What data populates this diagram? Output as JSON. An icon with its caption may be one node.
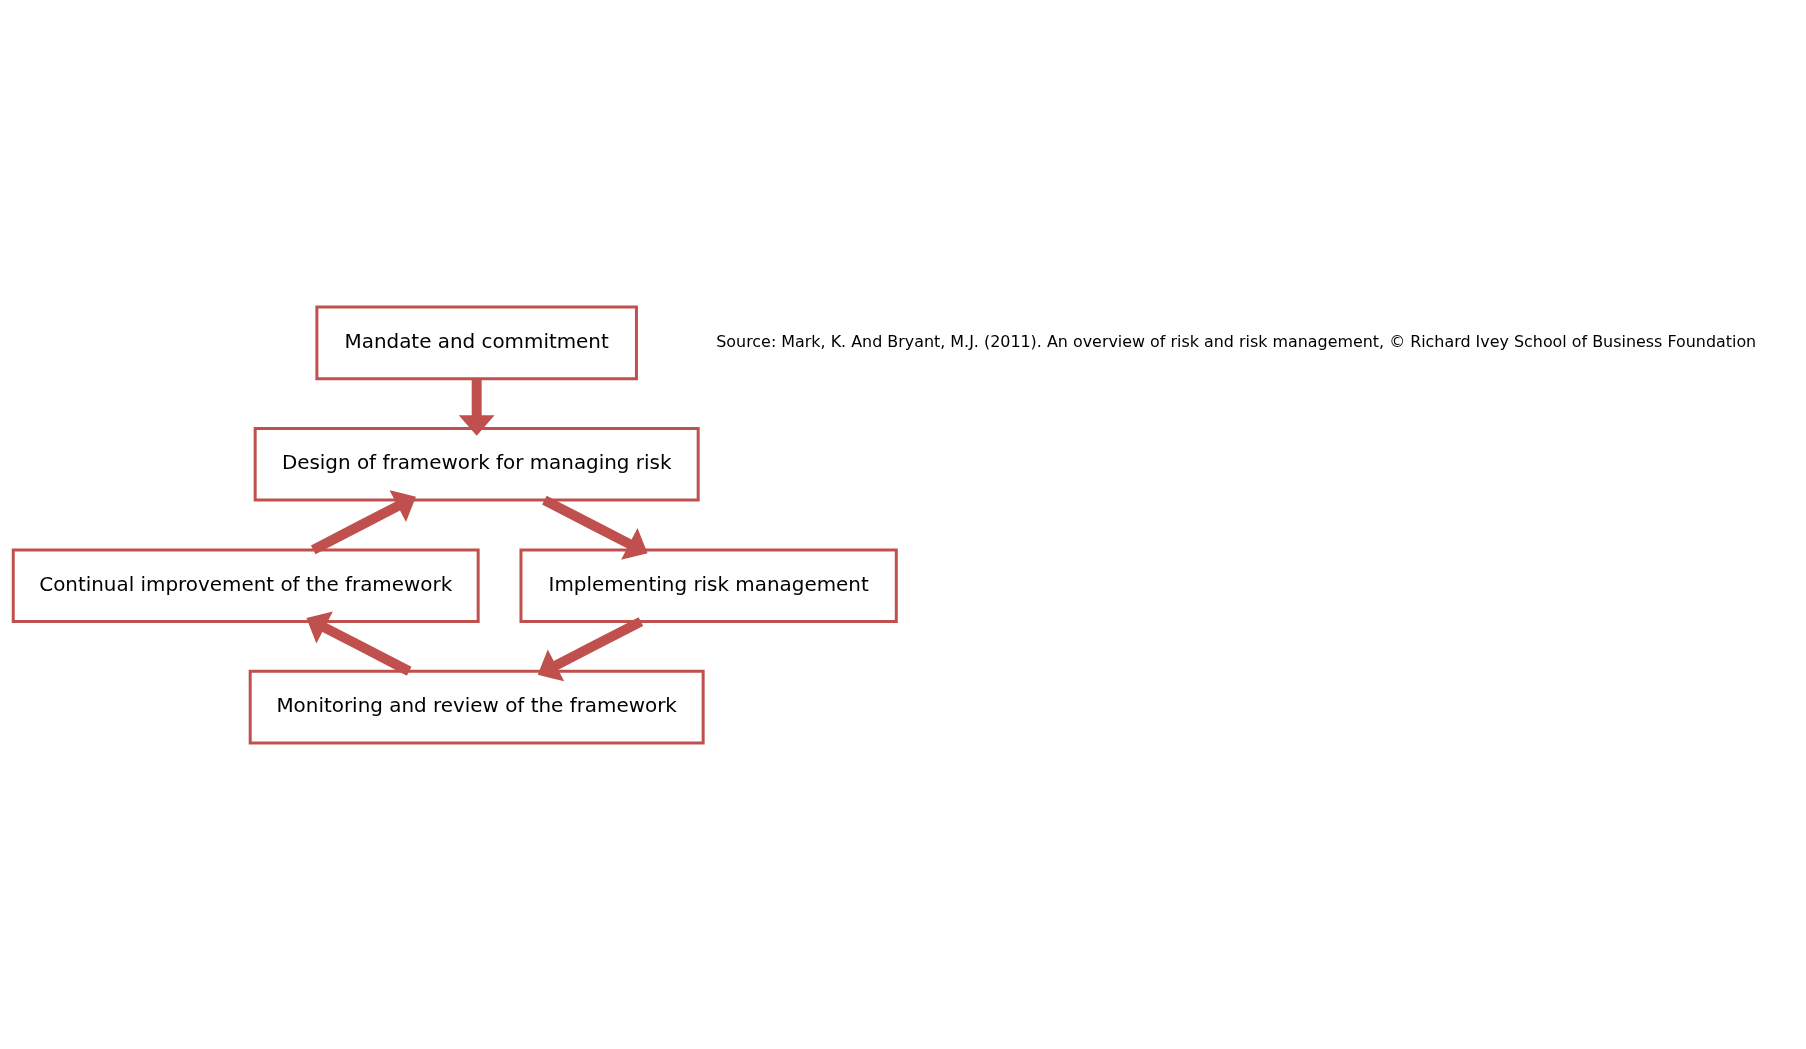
{
  "diagram": {
    "nodes": [
      {
        "text": [
          "Mandate and commitment"
        ]
      },
      {
        "text": [
          "Design of framework for managing risk"
        ]
      },
      {
        "text": [
          "Implementing risk management"
        ]
      },
      {
        "text": [
          "Monitoring and review of the framework"
        ]
      },
      {
        "text": [
          "Continual improvement of the framework"
        ]
      }
    ],
    "edges": [
      {
        "from": 0,
        "to": 1,
        "arrow": "to"
      },
      {
        "from": 1,
        "to": 2,
        "arrow": "to"
      },
      {
        "from": 2,
        "to": 3,
        "arrow": "to"
      },
      {
        "from": 3,
        "to": 4,
        "arrow": "to"
      },
      {
        "from": 4,
        "to": 1,
        "arrow": "to"
      }
    ],
    "labels": [
      "Source: Mark, K. And Bryant, M.J. (2011). An overview of risk and risk management, © Richard Ivey School of Business Foundation"
    ]
  }
}
